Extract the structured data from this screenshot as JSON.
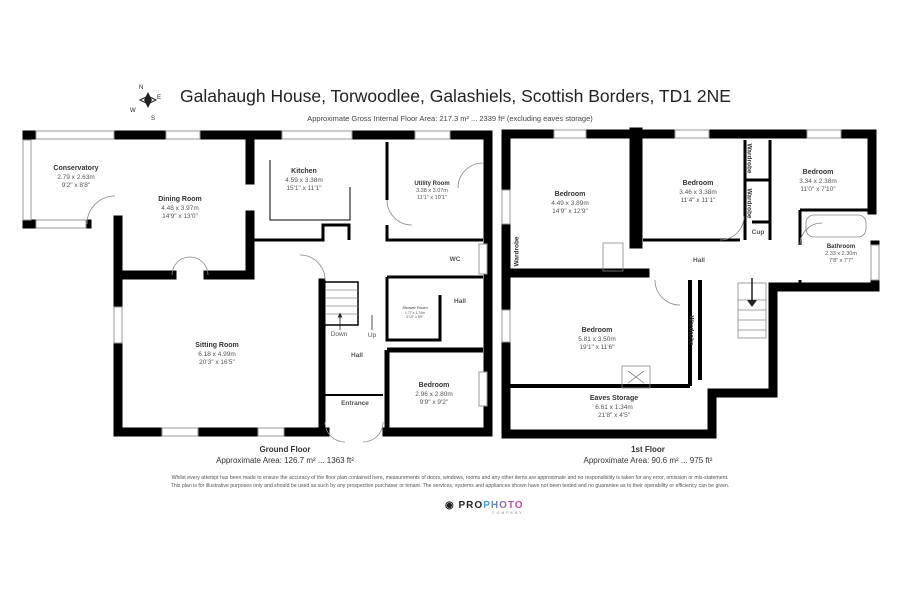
{
  "header": {
    "title": "Galahaugh House, Torwoodlee, Galashiels, Scottish Borders, TD1 2NE",
    "subtitle": "Approximate Gross Internal Floor Area: 217.3 m² ... 2339 ft² (excluding eaves storage)",
    "compass_labels": {
      "n": "N",
      "e": "E",
      "s": "S",
      "w": "W"
    }
  },
  "ground_floor": {
    "name": "Ground Floor",
    "area": "Approximate Area: 126.7 m² ... 1363 ft²",
    "rooms": [
      {
        "name": "Conservatory",
        "metric": "2.79 x 2.63m",
        "imperial": "9'2\" x 8'8\""
      },
      {
        "name": "Dining Room",
        "metric": "4.48 x 3.97m",
        "imperial": "14'9\" x 13'0\""
      },
      {
        "name": "Kitchen",
        "metric": "4.59 x 3.38m",
        "imperial": "15'1\" x 11'1\""
      },
      {
        "name": "Utility Room",
        "metric": "3.38 x 3.07m",
        "imperial": "11'1\" x 10'1\""
      },
      {
        "name": "Sitting Room",
        "metric": "6.18 x 4.99m",
        "imperial": "20'3\" x 16'5\""
      },
      {
        "name": "Shower Room",
        "metric": "1.77 x 1.74m",
        "imperial": "5'10\" x 5'9\""
      },
      {
        "name": "Bedroom",
        "metric": "2.96 x 2.80m",
        "imperial": "9'9\" x 9'2\""
      }
    ],
    "labels": {
      "wc": "WC",
      "hall_upper": "Hall",
      "hall": "Hall",
      "entrance": "Entrance",
      "down": "Down",
      "up": "Up"
    }
  },
  "first_floor": {
    "name": "1st Floor",
    "area": "Approximate Area: 90.6 m² ... 975 ft²",
    "rooms": [
      {
        "name": "Bedroom",
        "metric": "4.49 x 3.89m",
        "imperial": "14'9\" x 12'9\""
      },
      {
        "name": "Bedroom",
        "metric": "3.46 x 3.38m",
        "imperial": "11'4\" x 11'1\""
      },
      {
        "name": "Bedroom",
        "metric": "3.34 x 2.38m",
        "imperial": "11'0\" x 7'10\""
      },
      {
        "name": "Bathroom",
        "metric": "2.33 x 2.30m",
        "imperial": "7'8\" x 7'7\""
      },
      {
        "name": "Bedroom",
        "metric": "5.81 x 3.50m",
        "imperial": "19'1\" x 11'6\""
      },
      {
        "name": "Eaves Storage",
        "metric": "6.61 x 1.34m",
        "imperial": "21'8\" x 4'5\""
      }
    ],
    "labels": {
      "hall": "Hall",
      "cup": "Cup",
      "wardrobe": "Wardrobe"
    }
  },
  "disclaimer": [
    "Whilst every attempt has been made to ensure the accuracy of the floor plan contained here, measurements of doors, windows, rooms and any other items are approximate and no responsibility is taken for any error, omission or mis-statement.",
    "This plan is for illustrative purposes only and should be used as such by any prospective purchaser or tenant. The services, systems and appliances shown have not been tested and no guarantee as to their operability or efficiency can be given."
  ],
  "logo": {
    "pro": "PRO",
    "photo": "PHOTO",
    "company": "COMPANY"
  },
  "colors": {
    "wall": "#000000",
    "text": "#333333",
    "logo_blue": "#2aa7e0",
    "logo_pink": "#e0338c"
  }
}
